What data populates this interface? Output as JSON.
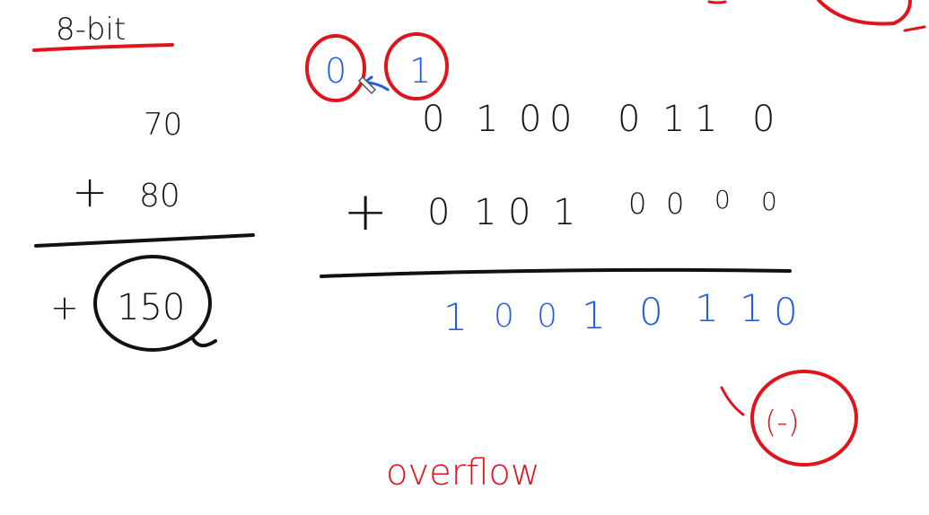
{
  "title": "8-bit",
  "decimal": {
    "addend_1": "70",
    "operator": "+",
    "addend_2": "80",
    "result_sign": "+",
    "result": "150"
  },
  "binary": {
    "carry_out": "0",
    "carry_in": "1",
    "addend_1_bits": [
      "0",
      "1",
      "0",
      "0",
      "0",
      "1",
      "1",
      "0"
    ],
    "operator": "+",
    "addend_2_bits": [
      "0",
      "1",
      "0",
      "1",
      "0",
      "0",
      "0",
      "0"
    ],
    "result_bits": [
      "1",
      "0",
      "0",
      "1",
      "0",
      "1",
      "1",
      "0"
    ]
  },
  "interpreted_sign": "(-)",
  "note": "overflow",
  "colors": {
    "ink_black": "#111111",
    "ink_blue": "#1f5fe0",
    "ink_red": "#e0141c"
  }
}
